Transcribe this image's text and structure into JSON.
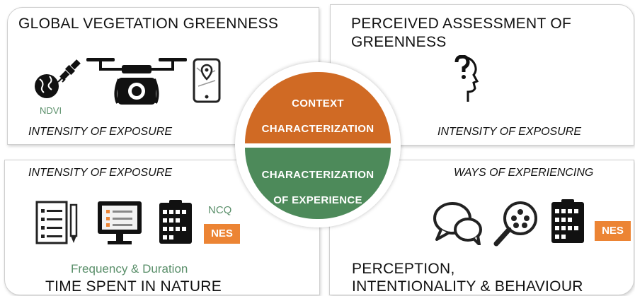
{
  "top_left": {
    "title": "GLOBAL VEGETATION GREENNESS",
    "ndvi": "NDVI",
    "caption": "INTENSITY OF EXPOSURE",
    "icons": [
      "globe-icon",
      "satellite-icon",
      "drone-camera-icon",
      "smartphone-map-icon"
    ]
  },
  "top_right": {
    "title_line1": "PERCEIVED ASSESSMENT OF",
    "title_line2": "GREENNESS",
    "caption": "INTENSITY OF EXPOSURE",
    "icons": [
      "head-question-icon"
    ]
  },
  "bottom_left": {
    "caption": "INTENSITY OF EXPOSURE",
    "ncq": "NCQ",
    "nes": "NES",
    "subtitle": "Frequency & Duration",
    "title": "TIME SPENT IN NATURE",
    "icons": [
      "questionnaire-pen-icon",
      "computer-survey-icon",
      "rating-checklist-icon"
    ]
  },
  "bottom_right": {
    "caption": "WAYS OF EXPERIENCING",
    "nes": "NES",
    "title_line1": "PERCEPTION,",
    "title_line2": "INTENTIONALITY & BEHAVIOUR",
    "icons": [
      "speech-bubbles-icon",
      "magnifier-people-icon",
      "rating-checklist-icon"
    ]
  },
  "center": {
    "top_line1": "CONTEXT",
    "top_line2": "CHARACTERIZATION",
    "bottom_line1": "CHARACTERIZATION",
    "bottom_line2": "OF EXPERIENCE",
    "colors": {
      "top": "#d06a24",
      "bottom": "#4d8a5a"
    }
  },
  "colors": {
    "nes_badge": "#ec8434",
    "green_text": "#5a8f6a"
  }
}
